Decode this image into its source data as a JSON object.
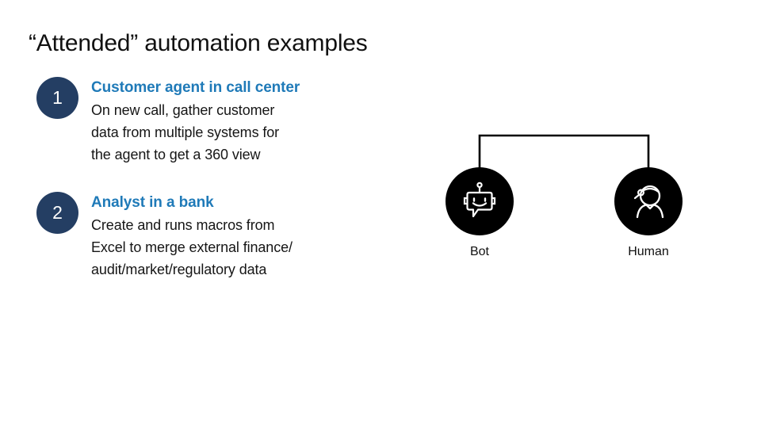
{
  "slide": {
    "title": "“Attended” automation examples",
    "background_color": "#FFFFFF"
  },
  "theme": {
    "badge_color": "#243E63",
    "heading_color": "#1F7AB8",
    "body_color": "#161616",
    "node_color": "#000000",
    "connector_color": "#000000"
  },
  "examples": [
    {
      "number": "1",
      "heading": "Customer agent in call center",
      "body_lines": [
        "On new call, gather customer",
        "data from multiple systems for",
        "the agent to get a 360 view"
      ]
    },
    {
      "number": "2",
      "heading": "Analyst in a bank",
      "body_lines": [
        "Create and runs macros from",
        "Excel to merge external finance/",
        "audit/market/regulatory data"
      ]
    }
  ],
  "diagram": {
    "nodes": [
      {
        "id": "bot",
        "label": "Bot",
        "icon": "robot-icon"
      },
      {
        "id": "human",
        "label": "Human",
        "icon": "person-headset-icon"
      }
    ],
    "connector": "bracket-top"
  }
}
